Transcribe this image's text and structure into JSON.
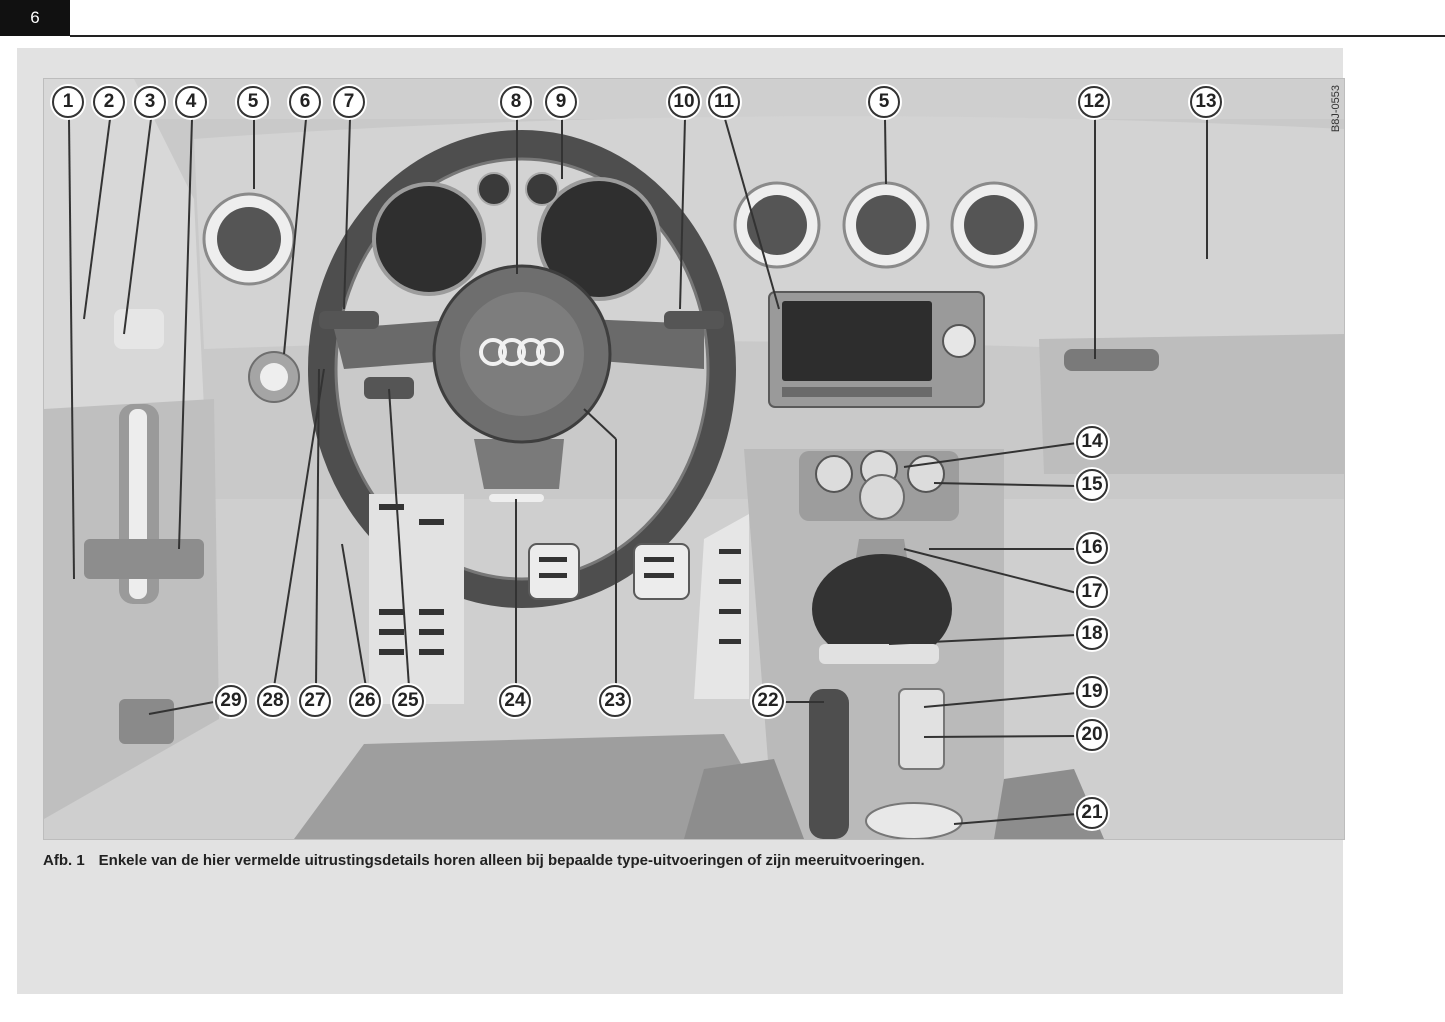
{
  "page": {
    "number": "6"
  },
  "figure": {
    "label": "Afb. 1",
    "caption": "Enkele van de hier vermelde uitrustingsdetails horen alleen bij bepaalde type-uitvoeringen of zijn meeruitvoeringen.",
    "code": "B8J-0553",
    "brand_logo": "audi-rings",
    "callouts": [
      "1",
      "2",
      "3",
      "4",
      "5",
      "6",
      "7",
      "8",
      "9",
      "10",
      "11",
      "5",
      "12",
      "13",
      "14",
      "15",
      "16",
      "17",
      "18",
      "19",
      "20",
      "21",
      "22",
      "23",
      "24",
      "25",
      "26",
      "27",
      "28",
      "29"
    ]
  },
  "colors": {
    "tab": "#111111",
    "frame": "#e2e2e2",
    "illustration": "#cfcfcf",
    "callout_border": "#333333"
  }
}
